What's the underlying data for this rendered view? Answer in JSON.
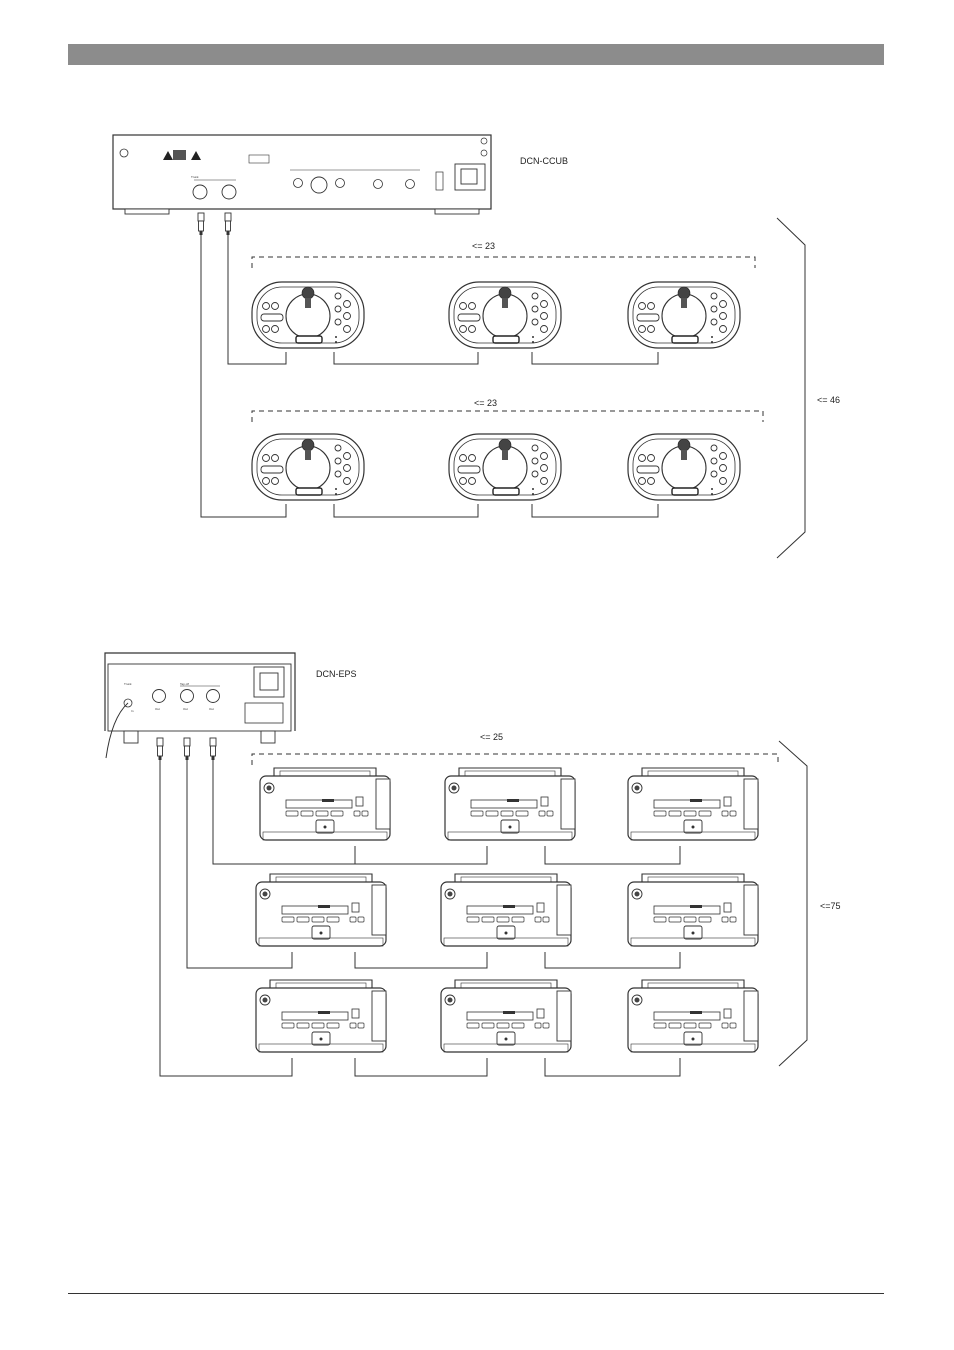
{
  "diagram1": {
    "unit_label": "DCN-CCUB",
    "top_panel_label": "Trunk",
    "row_limit_labels": [
      "<= 23",
      "<= 23"
    ],
    "total_limit_label": "<= 46",
    "rows": 2,
    "units_per_row": 3
  },
  "diagram2": {
    "unit_label": "DCN-EPS",
    "panel_labels": {
      "trunk": "Trunk",
      "tap_off": "Tap off",
      "in": "In",
      "out": "Out"
    },
    "row_limit_label": "<= 25",
    "total_limit_label": "<=75",
    "rows": 3,
    "units_per_row": 3
  },
  "colors": {
    "header_bar": "#8c8c8c",
    "line": "#333333"
  }
}
